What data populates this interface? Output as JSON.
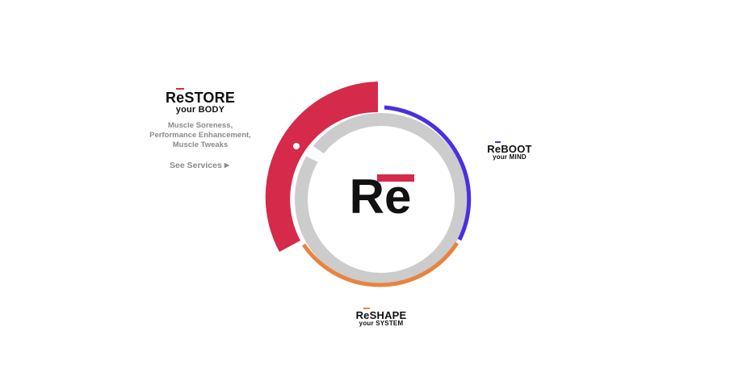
{
  "restore": {
    "word_pre": "R",
    "word_e": "e",
    "word_post": "STORE",
    "sub": "your BODY",
    "accent": "#d62a4b"
  },
  "reboot": {
    "word_pre": "R",
    "word_e": "e",
    "word_post": "BOOT",
    "sub": "your MIND",
    "accent": "#4b2fe0"
  },
  "reshape": {
    "word_pre": "R",
    "word_e": "e",
    "word_post": "SHAPE",
    "sub": "your SYSTEM",
    "accent": "#e8843e"
  },
  "restore_details": {
    "lines": [
      "Muscle Soreness,",
      "Performance Enhancement,",
      "Muscle Tweaks"
    ],
    "cta": "See Services"
  },
  "center_logo": {
    "text_pre": "R",
    "text_e": "e",
    "bar_color": "#d62a4b"
  },
  "colors": {
    "ring_gray": "#cccccc",
    "red": "#d62a4b",
    "blue": "#4b2fe0",
    "orange": "#e8843e"
  }
}
